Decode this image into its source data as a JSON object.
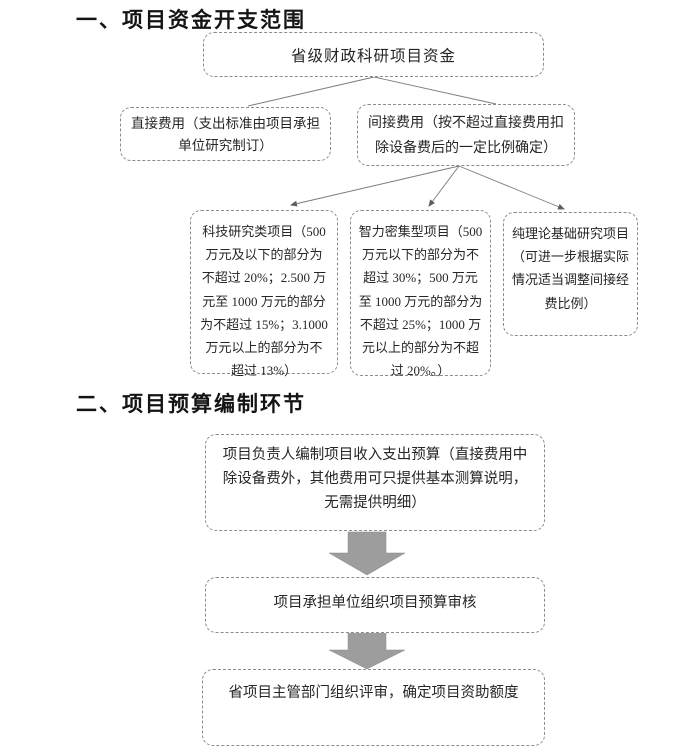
{
  "colors": {
    "border": "#8b8b8b",
    "text": "#262626",
    "connector": "#7a7a7a",
    "arrow_fill": "#9d9d9d",
    "background": "#ffffff"
  },
  "section1": {
    "heading": "一、项目资金开支范围",
    "root_box": "省级财政科研项目资金",
    "direct_box": "直接费用（支出标准由项目承担单位研究制订）",
    "indirect_box": "间接费用（按不超过直接费用扣除设备费后的一定比例确定）",
    "leaf_boxes": [
      "科技研究类项目（500 万元及以下的部分为不超过 20%；2.500 万元至 1000 万元的部分为不超过 15%；3.1000 万元以上的部分为不超过 13%）",
      "智力密集型项目（500 万元以下的部分为不超过 30%；500 万元至 1000 万元的部分为不超过 25%；1000 万元以上的部分为不超过 20%。）",
      "纯理论基础研究项目（可进一步根据实际情况适当调整间接经费比例）"
    ]
  },
  "section2": {
    "heading": "二、项目预算编制环节",
    "steps": [
      "项目负责人编制项目收入支出预算（直接费用中除设备费外，其他费用可只提供基本测算说明，无需提供明细）",
      "项目承担单位组织项目预算审核",
      "省项目主管部门组织评审，确定项目资助额度"
    ]
  }
}
